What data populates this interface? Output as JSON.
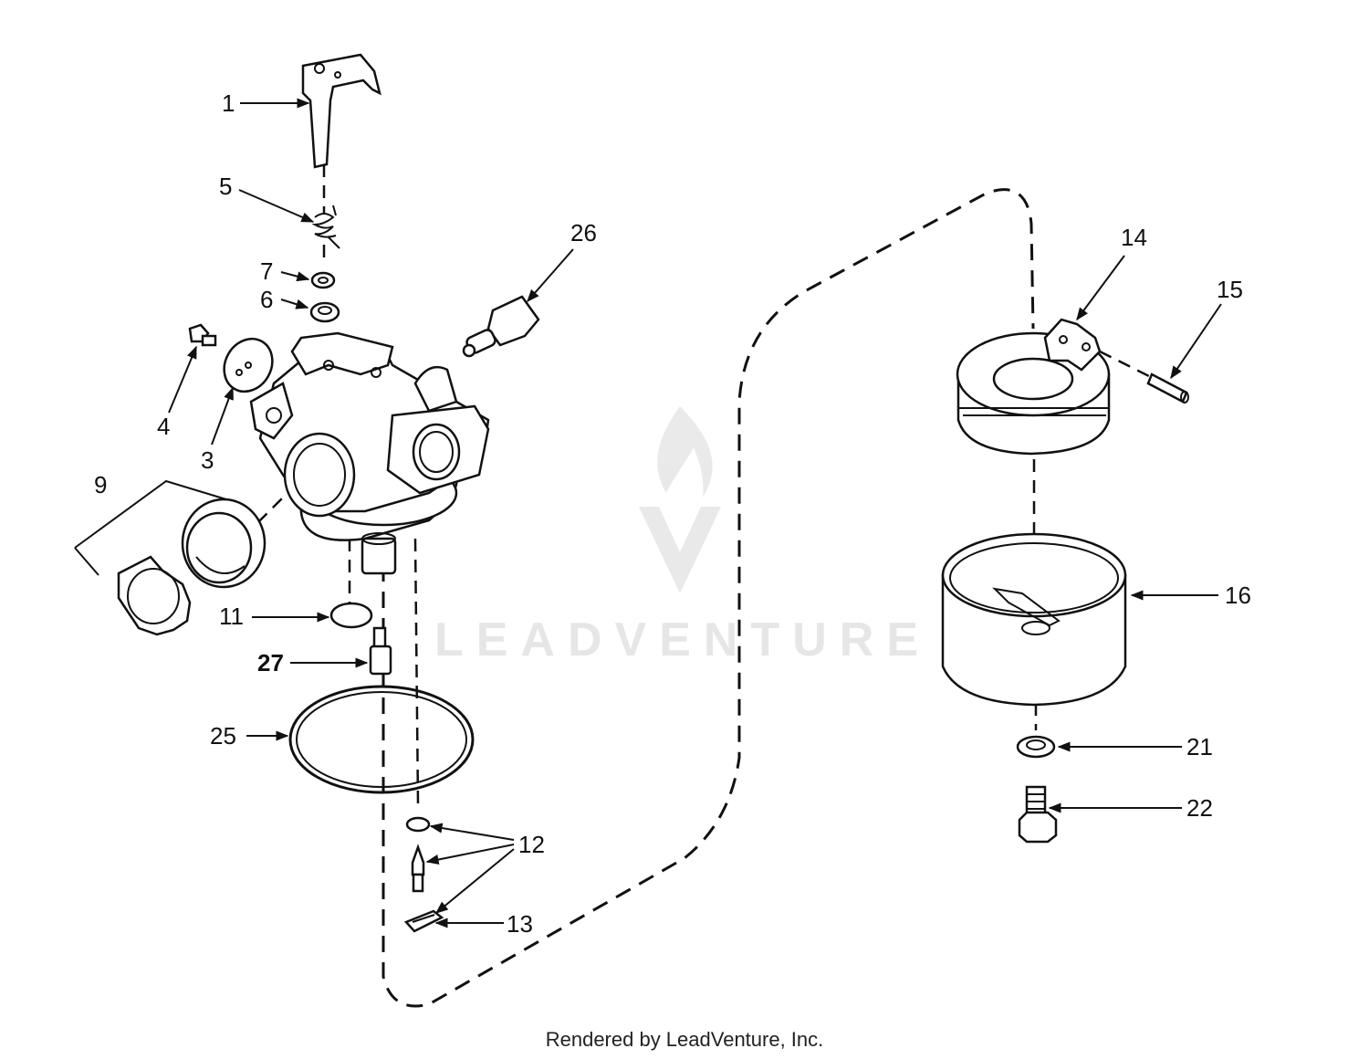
{
  "diagram": {
    "watermark": "LEADVENTURE",
    "footer": "Rendered by LeadVenture, Inc.",
    "labels": {
      "p1": "1",
      "p3": "3",
      "p4": "4",
      "p5": "5",
      "p6": "6",
      "p7": "7",
      "p9": "9",
      "p11": "11",
      "p12": "12",
      "p13": "13",
      "p14": "14",
      "p15": "15",
      "p16": "16",
      "p21": "21",
      "p22": "22",
      "p25": "25",
      "p26": "26",
      "p27": "27"
    }
  }
}
